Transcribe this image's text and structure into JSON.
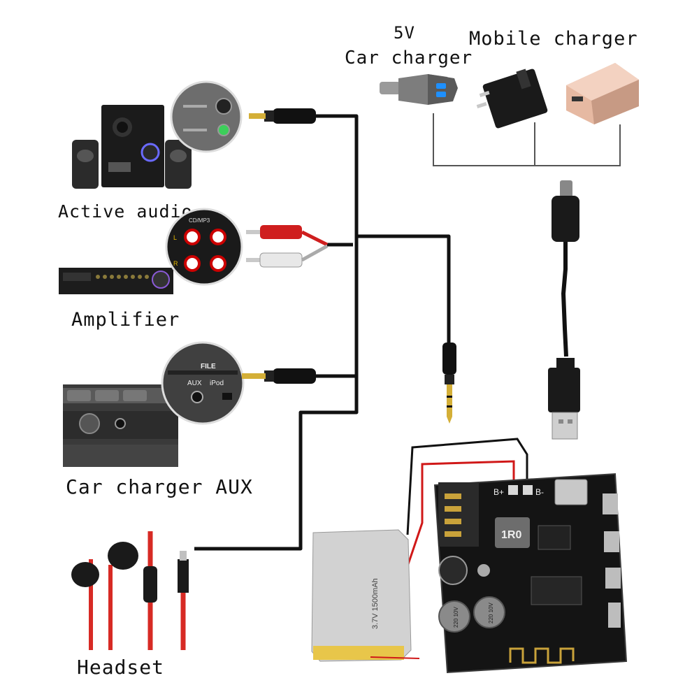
{
  "labels": {
    "car_charger_voltage": "5V",
    "car_charger": "Car charger",
    "mobile_charger": "Mobile charger",
    "active_audio": "Active audio",
    "amplifier": "Amplifier",
    "car_charger_aux": "Car charger AUX",
    "headset": "Headset"
  },
  "device_text": {
    "socket_top": "FILE",
    "socket_aux": "AUX",
    "socket_ipod": "iPod",
    "board_b_plus": "B+",
    "board_b_minus": "B-",
    "inductor": "1R0",
    "cap_left": "220 10V",
    "cap_right": "220 10V",
    "battery": "3.7V 1500mAh",
    "rca_top": "CD/MP3",
    "rca_l": "L",
    "rca_r": "R"
  },
  "colors": {
    "cable": "#111111",
    "red_wire": "#d01818",
    "board": "#141414",
    "gold": "#c9a23a",
    "battery_silver": "#cfcfcf",
    "headset_red": "#d72a24"
  }
}
